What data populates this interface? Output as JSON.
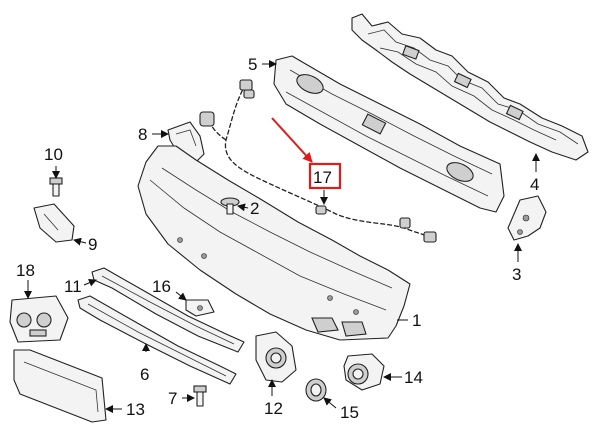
{
  "callouts": {
    "c1": "1",
    "c2": "2",
    "c3": "3",
    "c4": "4",
    "c5": "5",
    "c6": "6",
    "c7": "7",
    "c8": "8",
    "c9": "9",
    "c10": "10",
    "c11": "11",
    "c12": "12",
    "c13": "13",
    "c14": "14",
    "c15": "15",
    "c16": "16",
    "c17": "17",
    "c18": "18"
  },
  "highlight": {
    "part": "17",
    "color": "#e21a1a"
  }
}
